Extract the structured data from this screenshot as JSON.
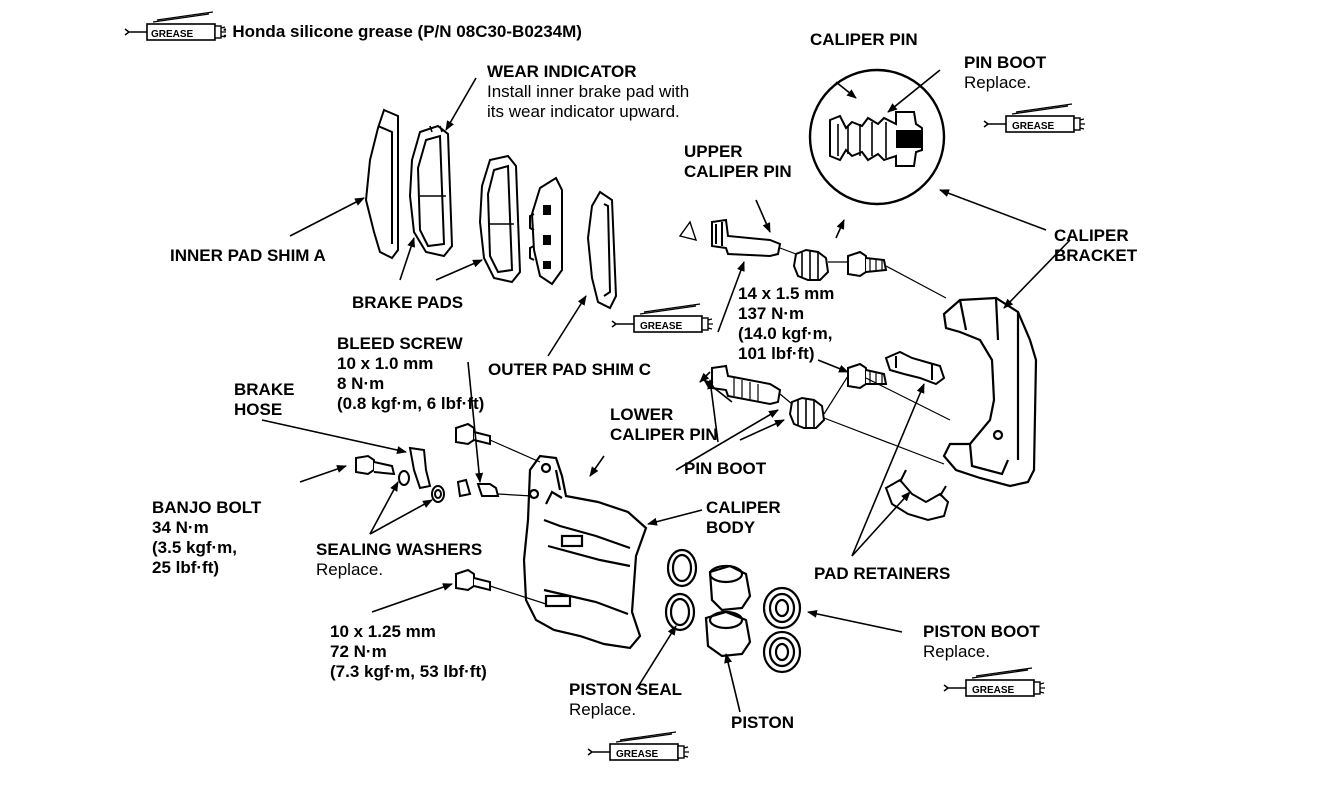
{
  "legend": {
    "icon_label": "GREASE",
    "text": ": Honda silicone grease (P/N 08C30-B0234M)"
  },
  "callouts": {
    "wear_indicator": {
      "title": "WEAR INDICATOR",
      "note_1": "Install inner brake pad with",
      "note_2": "its wear indicator upward."
    },
    "inner_pad_shim_a": "INNER PAD SHIM A",
    "brake_pads": "BRAKE PADS",
    "outer_pad_shim_c": "OUTER PAD SHIM C",
    "bleed_screw": {
      "title": "BLEED SCREW",
      "spec_1": "10 x 1.0 mm",
      "spec_2": "8 N·m",
      "spec_3": "(0.8 kgf·m, 6 lbf·ft)"
    },
    "brake_hose": {
      "line_1": "BRAKE",
      "line_2": "HOSE"
    },
    "banjo_bolt": {
      "title": "BANJO BOLT",
      "spec_1": "34 N·m",
      "spec_2": "(3.5 kgf·m,",
      "spec_3": "25 lbf·ft)"
    },
    "sealing_washers": {
      "title": "SEALING WASHERS",
      "note": "Replace."
    },
    "bracket_bolt_torque": {
      "spec_1": "10 x 1.25 mm",
      "spec_2": "72 N·m",
      "spec_3": "(7.3 kgf·m, 53 lbf·ft)"
    },
    "piston_seal": {
      "title": "PISTON SEAL",
      "note": "Replace."
    },
    "piston": "PISTON",
    "piston_boot": {
      "title": "PISTON BOOT",
      "note": "Replace."
    },
    "pad_retainers": "PAD RETAINERS",
    "caliper_body": {
      "line_1": "CALIPER",
      "line_2": "BODY"
    },
    "pin_boot_lower": "PIN BOOT",
    "lower_caliper_pin": {
      "line_1": "LOWER",
      "line_2": "CALIPER PIN"
    },
    "upper_caliper_pin": {
      "line_1": "UPPER",
      "line_2": "CALIPER PIN"
    },
    "bracket_bolt_spec": {
      "spec_1": "14 x 1.5 mm",
      "spec_2": "137 N·m",
      "spec_3": "(14.0 kgf·m,",
      "spec_4": "101 lbf·ft)"
    },
    "caliper_pin": "CALIPER PIN",
    "pin_boot_upper": {
      "title": "PIN BOOT",
      "note": "Replace."
    },
    "caliper_bracket": {
      "line_1": "CALIPER",
      "line_2": "BRACKET"
    }
  }
}
